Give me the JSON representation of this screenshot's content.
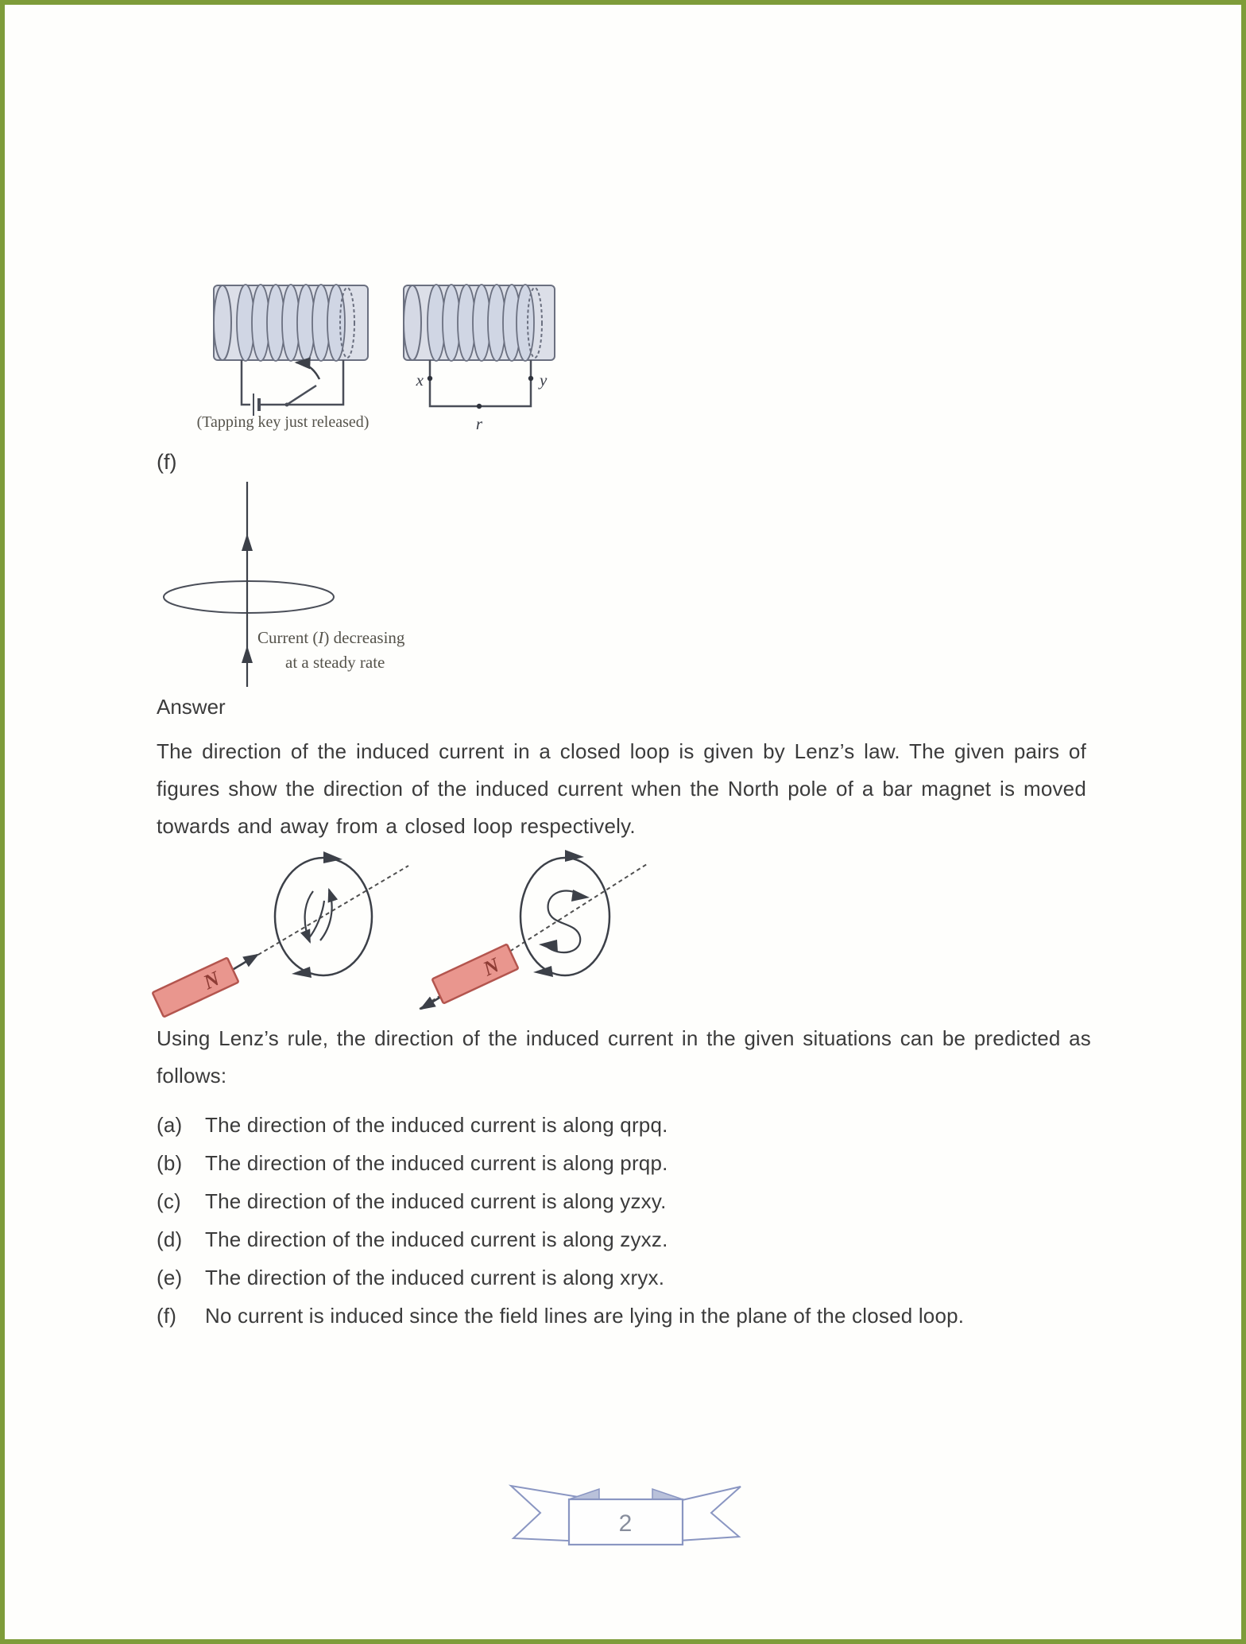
{
  "page": {
    "number": "2",
    "border_color": "#7e9c3a"
  },
  "coil_figure": {
    "caption": "(Tapping key just released)",
    "label_x": "x",
    "label_y": "y",
    "label_r": "r"
  },
  "loop_figure": {
    "item_label": "(f)",
    "caption_part1": "Current (",
    "caption_italic": "I",
    "caption_part2": ") decreasing",
    "caption_line2": "at a steady rate"
  },
  "magnet_figure": {
    "left_magnet_label": "N",
    "right_magnet_label": "N"
  },
  "answer": {
    "heading": "Answer",
    "intro": "The direction of the induced current in a closed loop is given by Lenz’s law. The given pairs of figures show the direction of the induced current when the North pole of a bar magnet is moved towards and away from a closed loop respectively.",
    "lenz_rule": "Using Lenz’s rule, the direction of the induced current in the given situations can be predicted as follows:",
    "items": [
      {
        "label": "(a)",
        "text": "The direction of the induced current is along qrpq."
      },
      {
        "label": "(b)",
        "text": "The direction of the induced current is along prqp."
      },
      {
        "label": "(c)",
        "text": "The direction of the induced current is along yzxy."
      },
      {
        "label": "(d)",
        "text": "The direction of the induced current is along zyxz."
      },
      {
        "label": "(e)",
        "text": "The direction of the induced current is along xryx."
      },
      {
        "label": "(f)",
        "text": "No current is induced since the field lines are lying in the plane of the closed loop."
      }
    ]
  }
}
